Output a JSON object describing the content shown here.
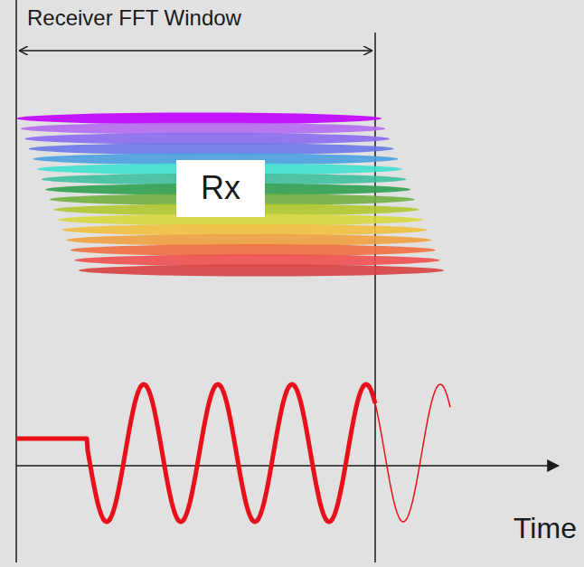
{
  "diagram": {
    "nodes": [
      {
        "text": [
          "Rx"
        ]
      }
    ],
    "labels": [
      "Receiver FFT Window",
      "Time"
    ]
  }
}
